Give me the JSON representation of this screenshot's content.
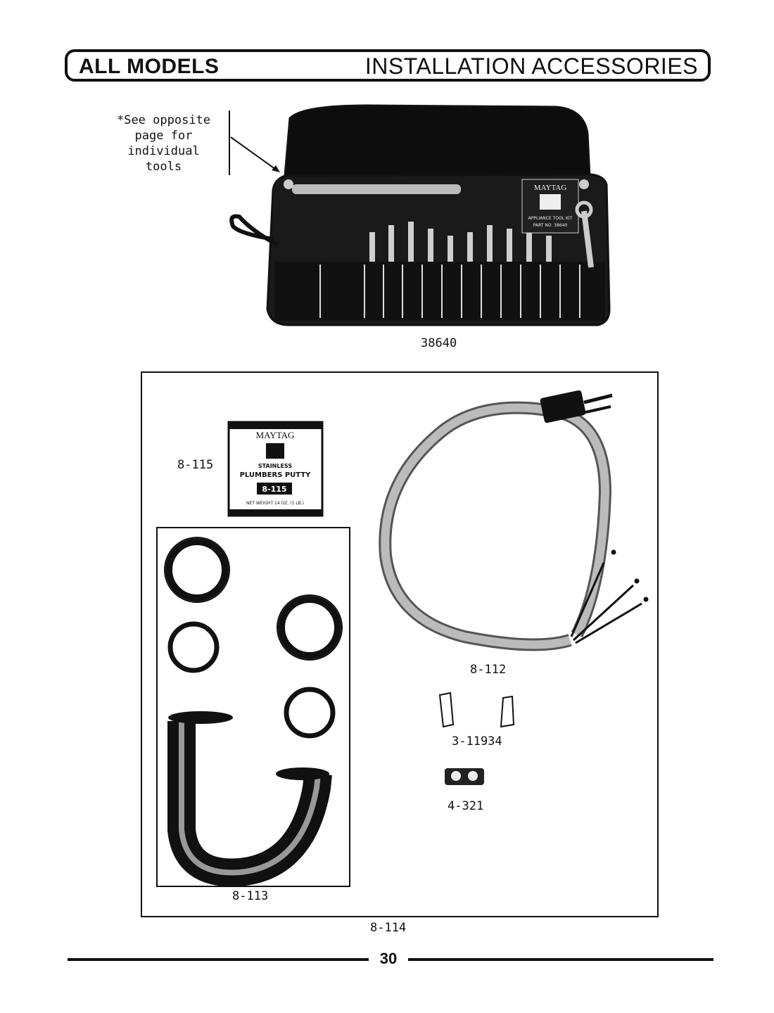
{
  "header": {
    "left_title": "ALL MODELS",
    "right_title": "INSTALLATION ACCESSORIES"
  },
  "note": {
    "lines": [
      "*See opposite",
      "page for",
      "individual",
      "tools"
    ]
  },
  "toolkit": {
    "part_number": "38640",
    "brand": "MAYTAG",
    "kit_label_line1": "APPLIANCE TOOL KIT",
    "kit_label_line2": "PART NO. 38640"
  },
  "putty": {
    "part_number": "8-115",
    "brand": "MAYTAG",
    "line1": "STAINLESS",
    "line2": "PLUMBERS PUTTY",
    "code": "8-115",
    "weight": "NET WEIGHT 14 OZ. (1 LB.)"
  },
  "parts": {
    "cord": "8-112",
    "connectors": "3-11934",
    "clamp": "4-321",
    "trap_set": "8-113",
    "outer_set": "8-114"
  },
  "footer": {
    "page_number": "30"
  }
}
